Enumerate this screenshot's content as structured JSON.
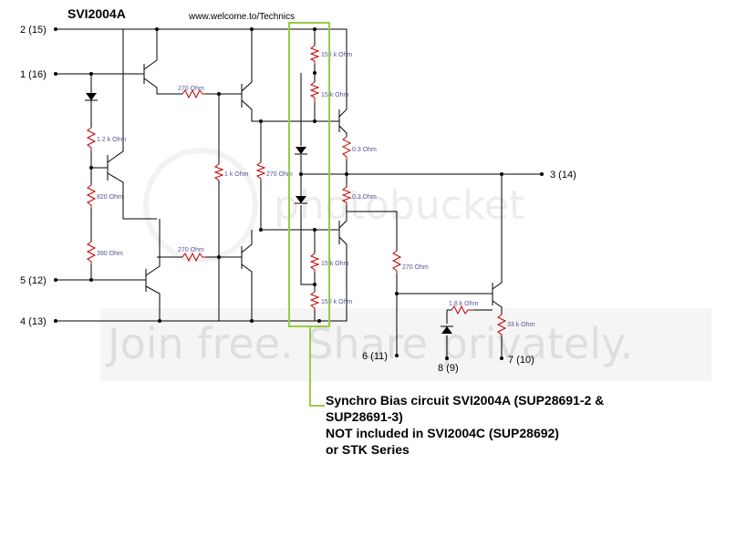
{
  "title": "SVI2004A",
  "site": "www.welcome.to/Technics",
  "pins": {
    "p2": "2 (15)",
    "p1": "1 (16)",
    "p5": "5 (12)",
    "p4": "4 (13)",
    "p3": "3 (14)",
    "p6": "6 (11)",
    "p8": "8 (9)",
    "p7": "7 (10)"
  },
  "components": {
    "r_150k": "150 k Ohm",
    "r_15k_top": "15 k Ohm",
    "r_1_2k": "1.2 k Ohm",
    "r_270_top": "270 Ohm",
    "r_0_3_top": "0.3 Ohm",
    "r_820": "820 Ohm",
    "r_1k": "1 k Ohm",
    "r_270_mid": "270 Ohm",
    "r_0_3_bottom": "0.3 Ohm",
    "r_390": "390 Ohm",
    "r_270_bottom": "270 Ohm",
    "r_15k_bottom": "15 k Ohm",
    "r_270_right": "270 Ohm",
    "r_150k_bottom": "150 k Ohm",
    "r_1_8k": "1.8 k Ohm",
    "r_33k": "33 k Ohm"
  },
  "watermark": {
    "logo": "photobucket",
    "slogan": "Join free. Share privately."
  },
  "note": {
    "line1": "Synchro Bias circuit SVI2004A (SUP28691-2 &",
    "line2": "SUP28691-3)",
    "line3": "NOT included in SVI2004C (SUP28692)",
    "line4": "or STK Series"
  },
  "colors": {
    "highlight": "#99cc44",
    "resistor": "#c00000",
    "value_text": "#555599"
  }
}
